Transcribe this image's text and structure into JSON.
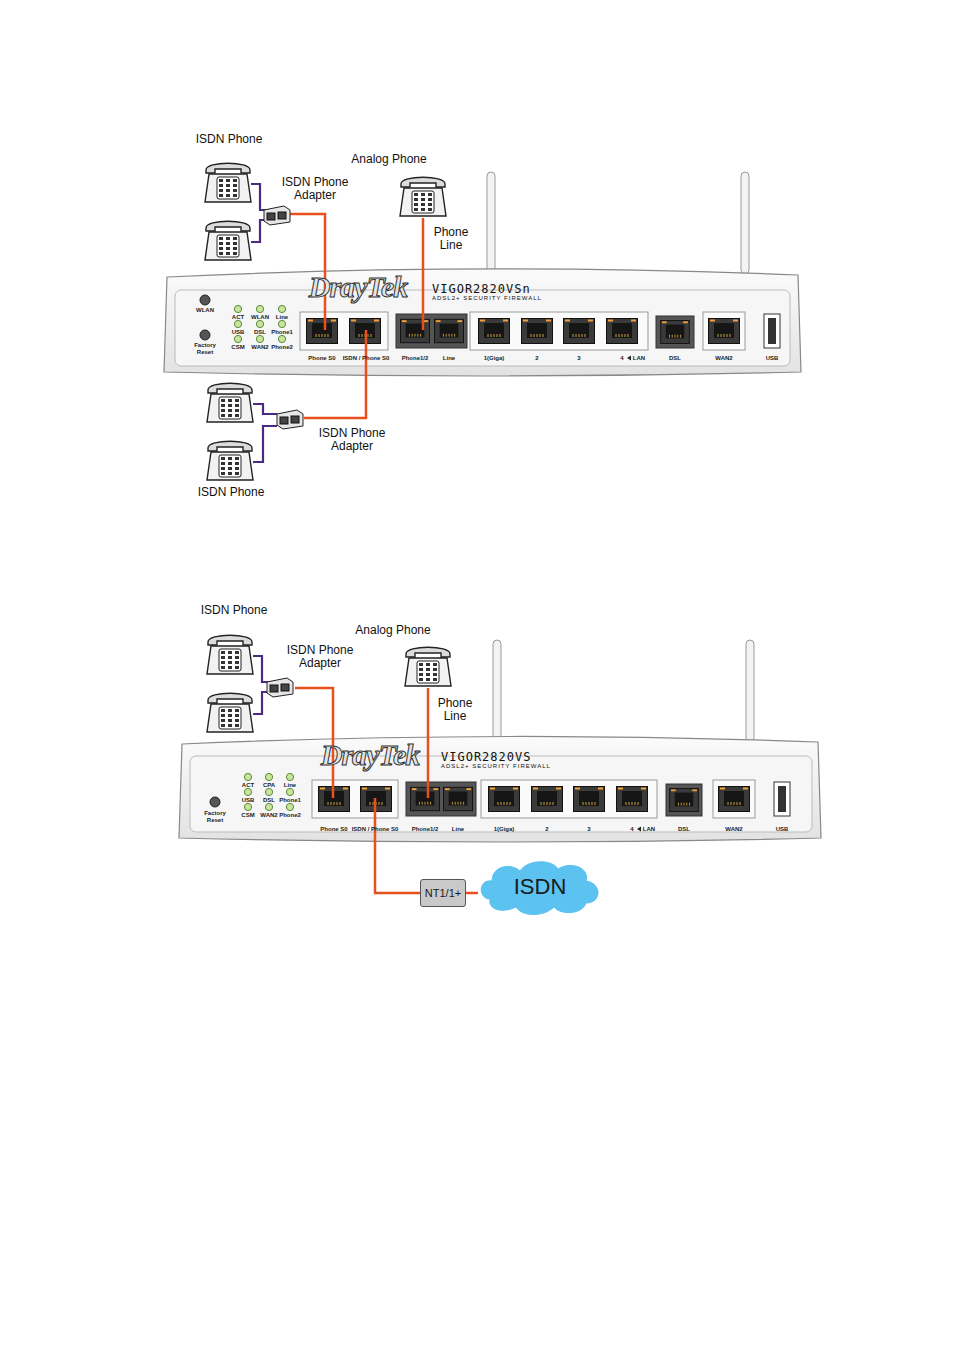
{
  "diagram": {
    "nodes": [
      {
        "text": [
          "NT1/1+"
        ]
      },
      {
        "text": [
          "ISDN"
        ]
      }
    ],
    "edges": [
      {
        "from": 0,
        "to": 1,
        "arrow": "none"
      }
    ],
    "labels": [
      "ISDN Phone",
      "ISDN Phone Adapter",
      "Analog Phone",
      "Phone Line",
      "DrayTek",
      "VIGOR2820VSn",
      "ADSL2+ SECURITY FIREWALL",
      "WLAN",
      "Factory Reset",
      "ACT",
      "WLAN",
      "Line",
      "USB",
      "DSL",
      "Phone1",
      "CSM",
      "WAN2",
      "Phone2",
      "Phone S0",
      "ISDN / Phone S0",
      "Phone1/2",
      "Line",
      "1(Giga)",
      "2",
      "3",
      "4",
      "LAN",
      "DSL",
      "WAN2",
      "USB",
      "ISDN Phone Adapter",
      "ISDN Phone",
      "ISDN Phone",
      "ISDN Phone Adapter",
      "Analog Phone",
      "Phone Line",
      "DrayTek",
      "VIGOR2820VS",
      "ADSL2+ SECURITY FIREWALL",
      "ACT",
      "CPA",
      "Line",
      "USB",
      "DSL",
      "Phone1",
      "CSM",
      "WAN2",
      "Phone2",
      "Factory Reset",
      "Phone S0",
      "ISDN / Phone S0",
      "Phone1/2",
      "Line",
      "1(Giga)",
      "2",
      "3",
      "4",
      "LAN",
      "DSL",
      "WAN2",
      "USB"
    ]
  }
}
